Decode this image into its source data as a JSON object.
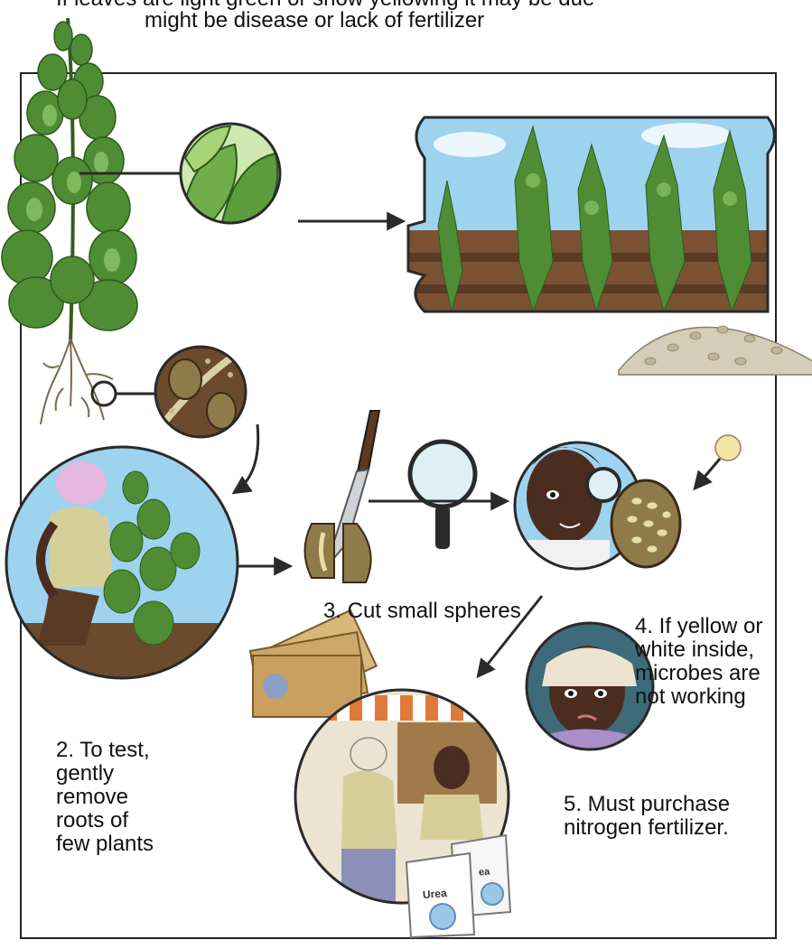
{
  "header": {
    "line1": "If leaves are light green or show yellowing it may be due",
    "line2": "might be disease or lack of fertilizer"
  },
  "captions": {
    "step2": "2. To test,\ngently\nremove\nroots of\nfew plants",
    "step3": "3. Cut small spheres",
    "step4": "4. If yellow or\nwhite inside,\nmicrobes are\nnot working",
    "step5": "5. Must purchase\nnitrogen fertilizer."
  },
  "labels": {
    "bag_front": "Urea",
    "bag_back": "ea"
  },
  "colors": {
    "leaf_dark": "#3f7a2e",
    "leaf_light": "#8cc46a",
    "soil": "#6b4a2e",
    "sky": "#9ed3ef",
    "skin": "#4a2d1f",
    "arrow": "#2a2a2a"
  }
}
